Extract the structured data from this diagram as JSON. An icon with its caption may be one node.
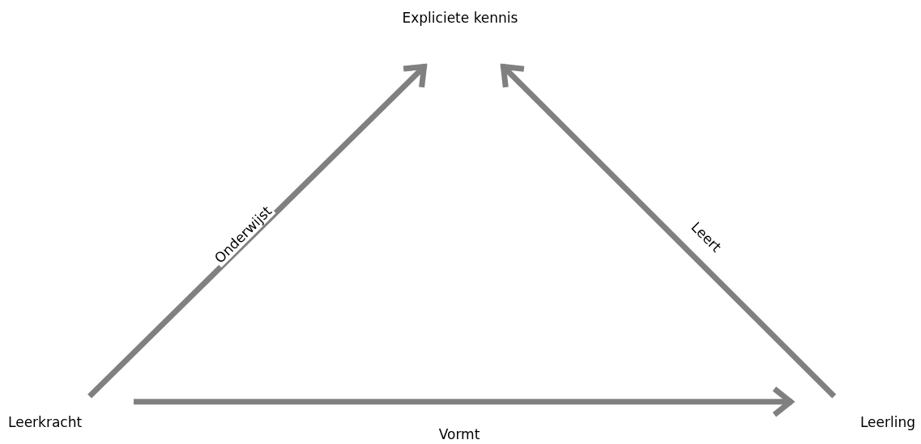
{
  "diagram": {
    "nodes": [
      {
        "text": [
          "Expliciete kennis"
        ]
      },
      {
        "text": [
          "Leerkracht"
        ]
      },
      {
        "text": [
          "Leerling"
        ]
      }
    ],
    "edges": [
      {
        "from": 1,
        "to": 0,
        "arrow": "to",
        "label": "Onderwijst"
      },
      {
        "from": 2,
        "to": 0,
        "arrow": "to",
        "label": "Leert"
      },
      {
        "from": 1,
        "to": 2,
        "arrow": "to",
        "label": "Vormt"
      }
    ]
  }
}
